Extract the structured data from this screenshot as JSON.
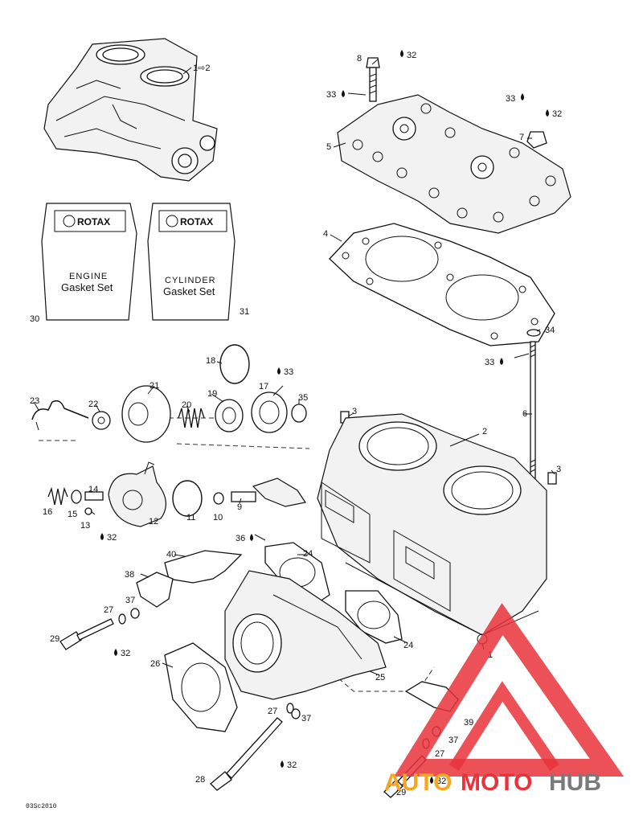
{
  "callouts": {
    "c1a": "1⇨2",
    "c2": "2",
    "c3a": "3",
    "c3b": "3",
    "c4": "4",
    "c5": "5",
    "c6": "6",
    "c7": "7",
    "c8": "8",
    "c9": "9",
    "c10": "10",
    "c11": "11",
    "c12": "12",
    "c13": "13",
    "c14": "14",
    "c15": "15",
    "c16": "16",
    "c17": "17",
    "c18": "18",
    "c19": "19",
    "c20": "20",
    "c21": "21",
    "c22": "22",
    "c23": "23",
    "c24a": "24",
    "c24b": "24",
    "c25": "25",
    "c26": "26",
    "c27a": "27",
    "c27b": "27",
    "c27c": "27",
    "c28": "28",
    "c29a": "29",
    "c29b": "29",
    "c30": "30",
    "c31": "31",
    "c32a": "32",
    "c32b": "32",
    "c32c": "32",
    "c32d": "32",
    "c32e": "32",
    "c32f": "32",
    "c33a": "33",
    "c33b": "33",
    "c33c": "33",
    "c33d": "33",
    "c34": "34",
    "c35": "35",
    "c36": "36",
    "c37a": "37",
    "c37b": "37",
    "c37c": "37",
    "c38": "38",
    "c39": "39",
    "c40": "40",
    "c1b": "1"
  },
  "gasket_sets": {
    "engine": {
      "brand": "ROTAX",
      "line1": "ENGINE",
      "line2": "Gasket Set"
    },
    "cylinder": {
      "brand": "ROTAX",
      "line1": "CYLINDER",
      "line2": "Gasket Set"
    }
  },
  "watermark": {
    "part1": "AUTO",
    "part2": "MOTO",
    "part3": "HUB"
  },
  "drawing_code": "03Sc2010",
  "colors": {
    "line": "#111111",
    "watermark_orange": "#f5a623",
    "watermark_red": "#e8333a",
    "watermark_gray": "#7a7a7a"
  }
}
